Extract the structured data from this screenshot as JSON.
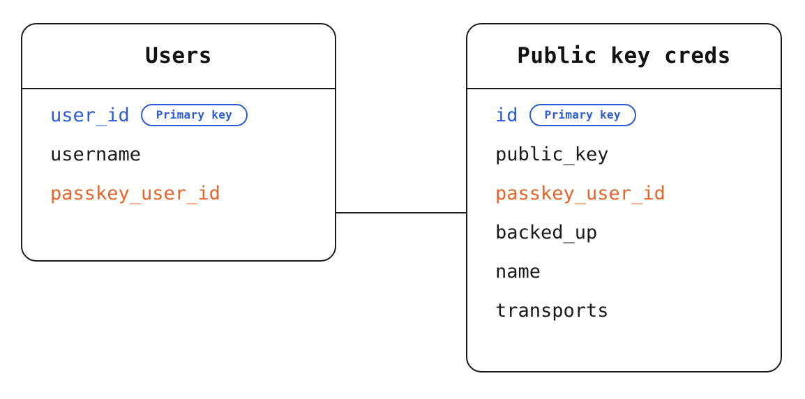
{
  "diagram": {
    "type": "entity-relationship-diagram",
    "background": "#ffffff",
    "colors": {
      "border": "#1a1a1a",
      "text": "#1a1a1a",
      "primary_key": "#2d5bd8",
      "foreign_key": "#e8642a",
      "connector": "#1a1a1a"
    },
    "entities": [
      {
        "id": "users",
        "title": "Users",
        "fields": [
          {
            "name": "user_id",
            "role": "primary",
            "badge": "Primary key"
          },
          {
            "name": "username",
            "role": "plain",
            "badge": null
          },
          {
            "name": "passkey_user_id",
            "role": "foreign",
            "badge": null
          }
        ]
      },
      {
        "id": "public_key_creds",
        "title": "Public key creds",
        "fields": [
          {
            "name": "id",
            "role": "primary",
            "badge": "Primary key"
          },
          {
            "name": "public_key",
            "role": "plain",
            "badge": null
          },
          {
            "name": "passkey_user_id",
            "role": "foreign",
            "badge": null
          },
          {
            "name": "backed_up",
            "role": "plain",
            "badge": null
          },
          {
            "name": "name",
            "role": "plain",
            "badge": null
          },
          {
            "name": "transports",
            "role": "plain",
            "badge": null
          }
        ]
      }
    ],
    "relationships": [
      {
        "from_entity": "users",
        "from_field": "passkey_user_id",
        "to_entity": "public_key_creds",
        "to_field": "passkey_user_id",
        "style": "solid-line"
      }
    ]
  }
}
